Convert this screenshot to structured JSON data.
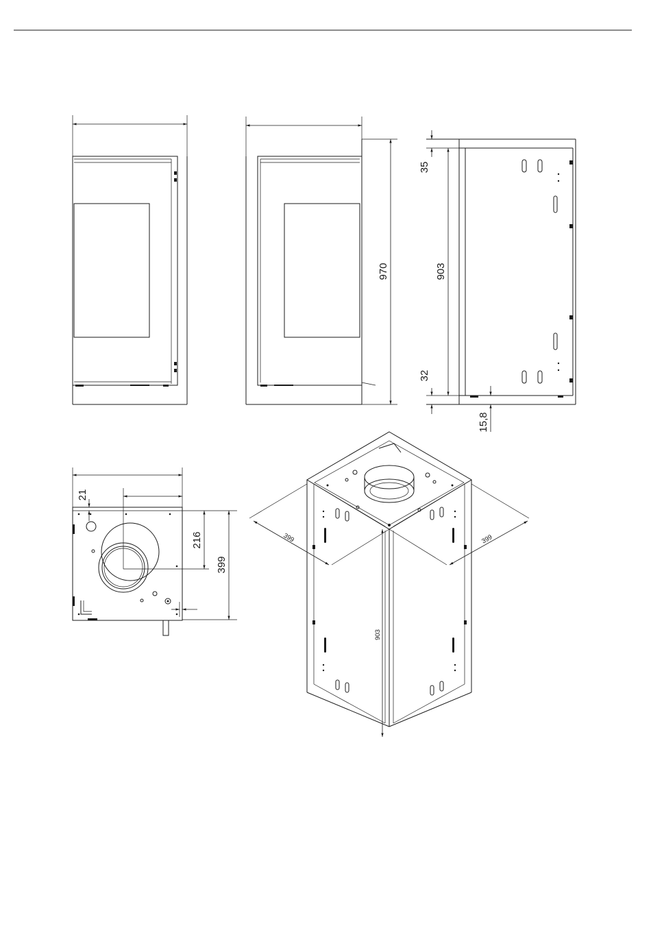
{
  "dimensions": {
    "side_top": "35",
    "side_height": "903",
    "side_bottom": "32",
    "side_foot": "15,8",
    "front_height": "970",
    "plan_offset": "21",
    "plan_center": "216",
    "plan_depth": "399",
    "iso_width_left": "399",
    "iso_width_right": "399",
    "iso_height": "903"
  },
  "colors": {
    "line": "#1a1a1a",
    "background": "#ffffff"
  }
}
